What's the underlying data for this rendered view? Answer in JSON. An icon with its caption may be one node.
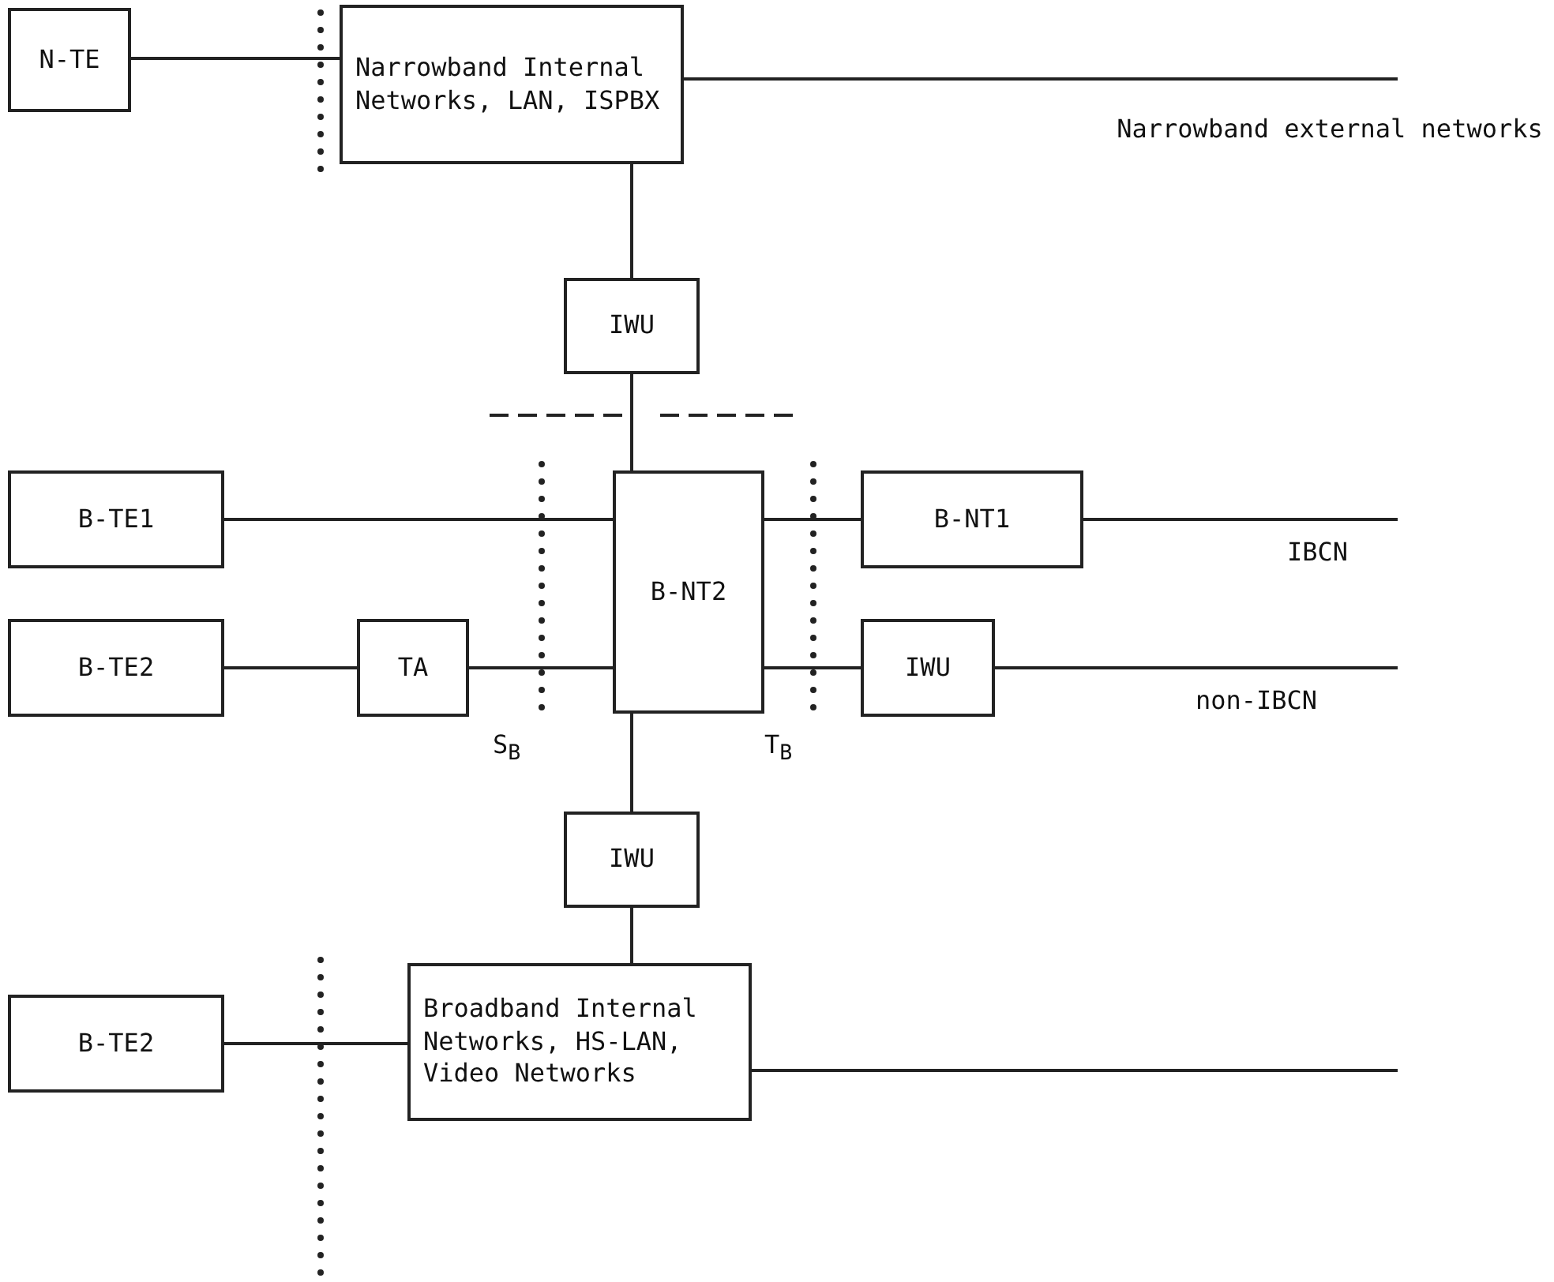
{
  "diagram": {
    "nodes": [
      {
        "text": [
          "N-TE"
        ]
      },
      {
        "text": [
          "Narrowband Internal Networks, LAN, ISPBX"
        ]
      },
      {
        "text": [
          "IWU"
        ]
      },
      {
        "text": [
          "B-TE1"
        ]
      },
      {
        "text": [
          "B-NT2"
        ]
      },
      {
        "text": [
          "B-NT1"
        ]
      },
      {
        "text": [
          "B-TE2"
        ]
      },
      {
        "text": [
          "TA"
        ]
      },
      {
        "text": [
          "IWU"
        ]
      },
      {
        "text": [
          "IWU"
        ]
      },
      {
        "text": [
          "B-TE2"
        ]
      },
      {
        "text": [
          "Broadband Internal Networks, HS-LAN, Video Networks"
        ]
      }
    ],
    "edges": [
      {
        "from": 0,
        "to": 1,
        "arrow": "none"
      },
      {
        "from": 1,
        "to": null,
        "arrow": "none"
      },
      {
        "from": 1,
        "to": 2,
        "arrow": "none"
      },
      {
        "from": 2,
        "to": 4,
        "arrow": "none"
      },
      {
        "from": 3,
        "to": 4,
        "arrow": "none"
      },
      {
        "from": 4,
        "to": 5,
        "arrow": "none"
      },
      {
        "from": 5,
        "to": null,
        "arrow": "none"
      },
      {
        "from": 6,
        "to": 7,
        "arrow": "none"
      },
      {
        "from": 7,
        "to": 4,
        "arrow": "none"
      },
      {
        "from": 4,
        "to": 8,
        "arrow": "none"
      },
      {
        "from": 8,
        "to": null,
        "arrow": "none"
      },
      {
        "from": 4,
        "to": 9,
        "arrow": "none"
      },
      {
        "from": 9,
        "to": 11,
        "arrow": "none"
      },
      {
        "from": 10,
        "to": 11,
        "arrow": "none"
      },
      {
        "from": 11,
        "to": null,
        "arrow": "none"
      }
    ],
    "labels": [
      "Narrowband external networks",
      "IBCN",
      "non-IBCN",
      "S$_{B}$",
      "T$_{B}$"
    ]
  }
}
